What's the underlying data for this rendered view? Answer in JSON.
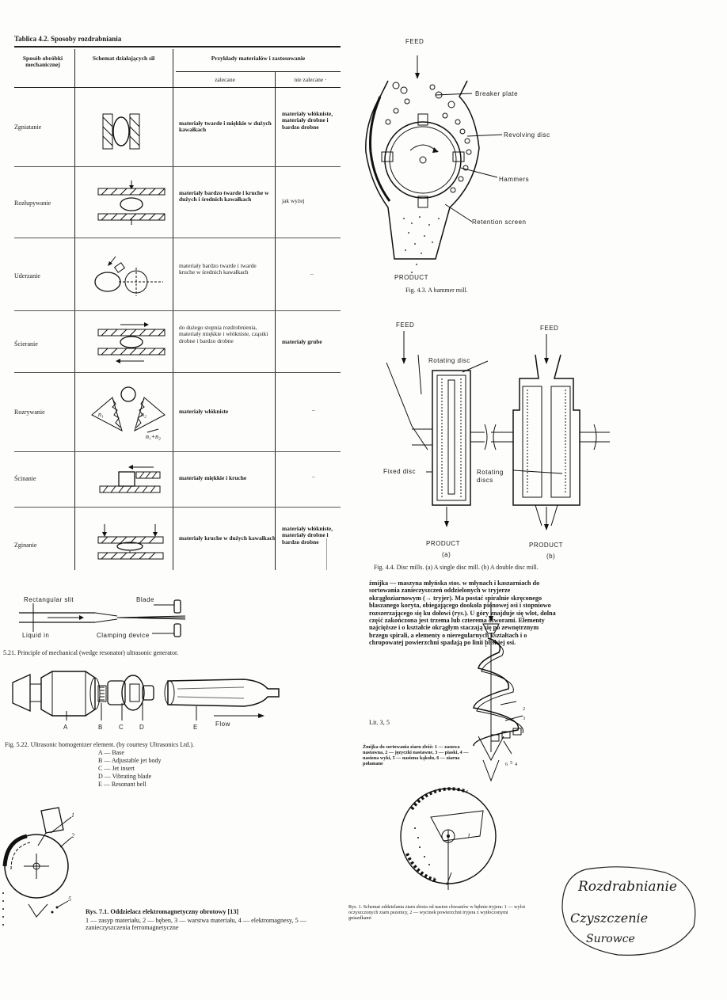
{
  "table": {
    "title": "Tablica 4.2. Sposoby rozdrabniania",
    "headers": {
      "method": "Sposób obróbki mechanicznej",
      "schema": "Schemat działających sił",
      "examples": "Przykłady materiałów i zastosowanie",
      "recommended": "zalecane",
      "not_recommended": "nie zalecane ·"
    },
    "rows": [
      {
        "name": "Zgniatanie",
        "recommended": "materiały twarde i miękkie w dużych kawałkach",
        "not": "materiały włókniste, materiały drobne i bardzo drobne"
      },
      {
        "name": "Rozłupywanie",
        "recommended": "materiały bardzo twarde i kruche w dużych i średnich kawałkach",
        "not": "jak wyżej"
      },
      {
        "name": "Uderzanie",
        "recommended": "materiały bardzo twarde i twarde kruche w średnich kawałkach",
        "not": "–"
      },
      {
        "name": "Ścieranie",
        "recommended": "do dużego stopnia rozdrobnienia, materiały miękkie i włókniste, cząstki drobne i bardzo drobne",
        "not": "materiały grube"
      },
      {
        "name": "Rozrywanie",
        "recommended": "materiały włókniste",
        "not": "–"
      },
      {
        "name": "Ścinanie",
        "recommended": "materiały miękkie i kruche",
        "not": "–"
      },
      {
        "name": "Zginanie",
        "recommended": "materiały kruche w dużych kawałkach",
        "not": "materiały włókniste, materiały drobne i bardzo drobne"
      }
    ],
    "schema_labels": {
      "n1": "n₁",
      "n2": "n₂",
      "nsum": "n₁+n₂"
    }
  },
  "hammer_mill": {
    "feed": "FEED",
    "breaker": "Breaker plate",
    "revolving": "Revolving disc",
    "hammers": "Hammers",
    "screen": "Retention screen",
    "product": "PRODUCT",
    "caption": "Fig. 4.3.   A hammer mill."
  },
  "disc_mill": {
    "feed_a": "FEED",
    "feed_b": "FEED",
    "rotating_disc": "Rotating disc",
    "fixed_disc": "Fixed disc",
    "rotating_discs": "Rotating discs",
    "product_a": "PRODUCT",
    "product_b": "PRODUCT",
    "label_a": "(a)",
    "label_b": "(b)",
    "caption": "Fig. 4.4.   Disc mills. (a) A single disc mill. (b) A double disc mill."
  },
  "ultrasonic": {
    "slit": "Rectangular slit",
    "blade": "Blade",
    "liquid": "Liquid in",
    "clamping": "Clamping device",
    "caption": "5.21.   Principle of mechanical (wedge resonator) ultrasonic generator."
  },
  "homogenizer": {
    "letters": [
      "A",
      "B",
      "C",
      "D",
      "E"
    ],
    "flow": "Flow",
    "caption": "Fig. 5.22.   Ultrasonic homogenizer element. (by courtesy Ultrasonics Ltd.).",
    "legend": [
      "A — Base",
      "B — Adjustable jet body",
      "C — Jet insert",
      "D — Vibrating blade",
      "E — Resonant bell"
    ]
  },
  "zmijka": {
    "text": "żmijka — maszyna młyńska stos. w młynach i kaszarniach do sortowania zanieczyszczeń oddzielonych w tryjerze okrągłoziarnowym (→ tryjer). Ma postać spiralnie skręconego blaszanego koryta, obiegającego dookoła pionowej osi i stopniowo rozszerzającego się ku dołowi (rys.). U góry znajduje się wlot, dolna część zakończona jest trzema lub czterema otworami. Elementy najcięższe i o kształcie okrągłym staczają się po zewnętrznym brzegu spirali, a elementy o nieregularnych kształtach i o chropowatej powierzchni spadają po linii bliskiej osi.",
    "lit": "Lit. 3, 5",
    "caption": "Żmijka do sortowania ziarn zbóż: 1 — zasuwa nastawna, 2 — języczki nastawne, 3 — piaski, 4 — nasiona wyki, 5 — nasiona kąkolu, 6 — ziarna połamane",
    "numbers": [
      "1",
      "2",
      "3",
      "4",
      "5",
      "6"
    ]
  },
  "separator": {
    "numbers": [
      "1",
      "2",
      "5"
    ],
    "caption_title": "Rys. 7.1. Oddzielacz elektromagnetyczny obrotowy [13]",
    "caption_body": "1 — zasyp materiału, 2 — bęben, 3 — warstwa materiału, 4 — elektromagnesy, 5 — zanieczyszczenia ferromagnetyczne"
  },
  "tryjer": {
    "numbers": [
      "1",
      "2"
    ],
    "caption": "Rys. 1. Schemat oddzielania ziarn zboża od nasion chwastów w bębnie tryjera: 1 — wylot oczyszczonych ziarn pszenicy, 2 — wycinek powierzchni tryjera z wytłoczonymi gniazdkami"
  },
  "handwritten": {
    "line1": "Rozdrabnianie",
    "line2": "Czyszczenie",
    "line3": "Surowce"
  }
}
